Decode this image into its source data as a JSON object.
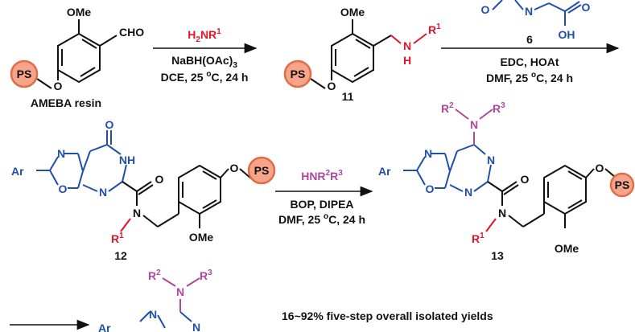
{
  "colors": {
    "black": "#111111",
    "red": "#e0142c",
    "blue": "#1f4fa8",
    "purple": "#b0479a",
    "resin_fill": "#f7a58a",
    "resin_stroke": "#e36b45"
  },
  "atoms": {
    "ome": "OMe",
    "cho": "CHO",
    "o": "O",
    "n": "N",
    "nh": "NH",
    "h": "H",
    "oh": "OH",
    "ar": "Ar",
    "r1": "R",
    "r1_sup": "1",
    "r2": "R",
    "r2_sup": "2",
    "r3": "R",
    "r3_sup": "3",
    "ps": "PS"
  },
  "compounds": {
    "amebaResin": "AMEBA resin",
    "c6": "6",
    "c11": "11",
    "c12": "12",
    "c13": "13"
  },
  "step1": {
    "reagent_main": "H",
    "reagent_sub": "2",
    "reagent_mid": "NR",
    "reagent_sup": "1",
    "line2_main": "NaBH(OAc)",
    "line2_sub": "3",
    "line3_pre": "DCE, 25 ",
    "line3_deg": "o",
    "line3_post": "C, 24 h"
  },
  "step2": {
    "line1": "EDC, HOAt",
    "line2_pre": "DMF, 25 ",
    "line2_deg": "o",
    "line2_post": "C, 24 h"
  },
  "step3": {
    "reagent_a": "HNR",
    "reagent_sup2": "2",
    "reagent_b": "R",
    "reagent_sup3": "3",
    "line2": "BOP, DIPEA",
    "line3_pre": "DMF, 25 ",
    "line3_deg": "o",
    "line3_post": "C, 24 h"
  },
  "summary": {
    "line1": "16~92% five-step overall isolated yields"
  }
}
